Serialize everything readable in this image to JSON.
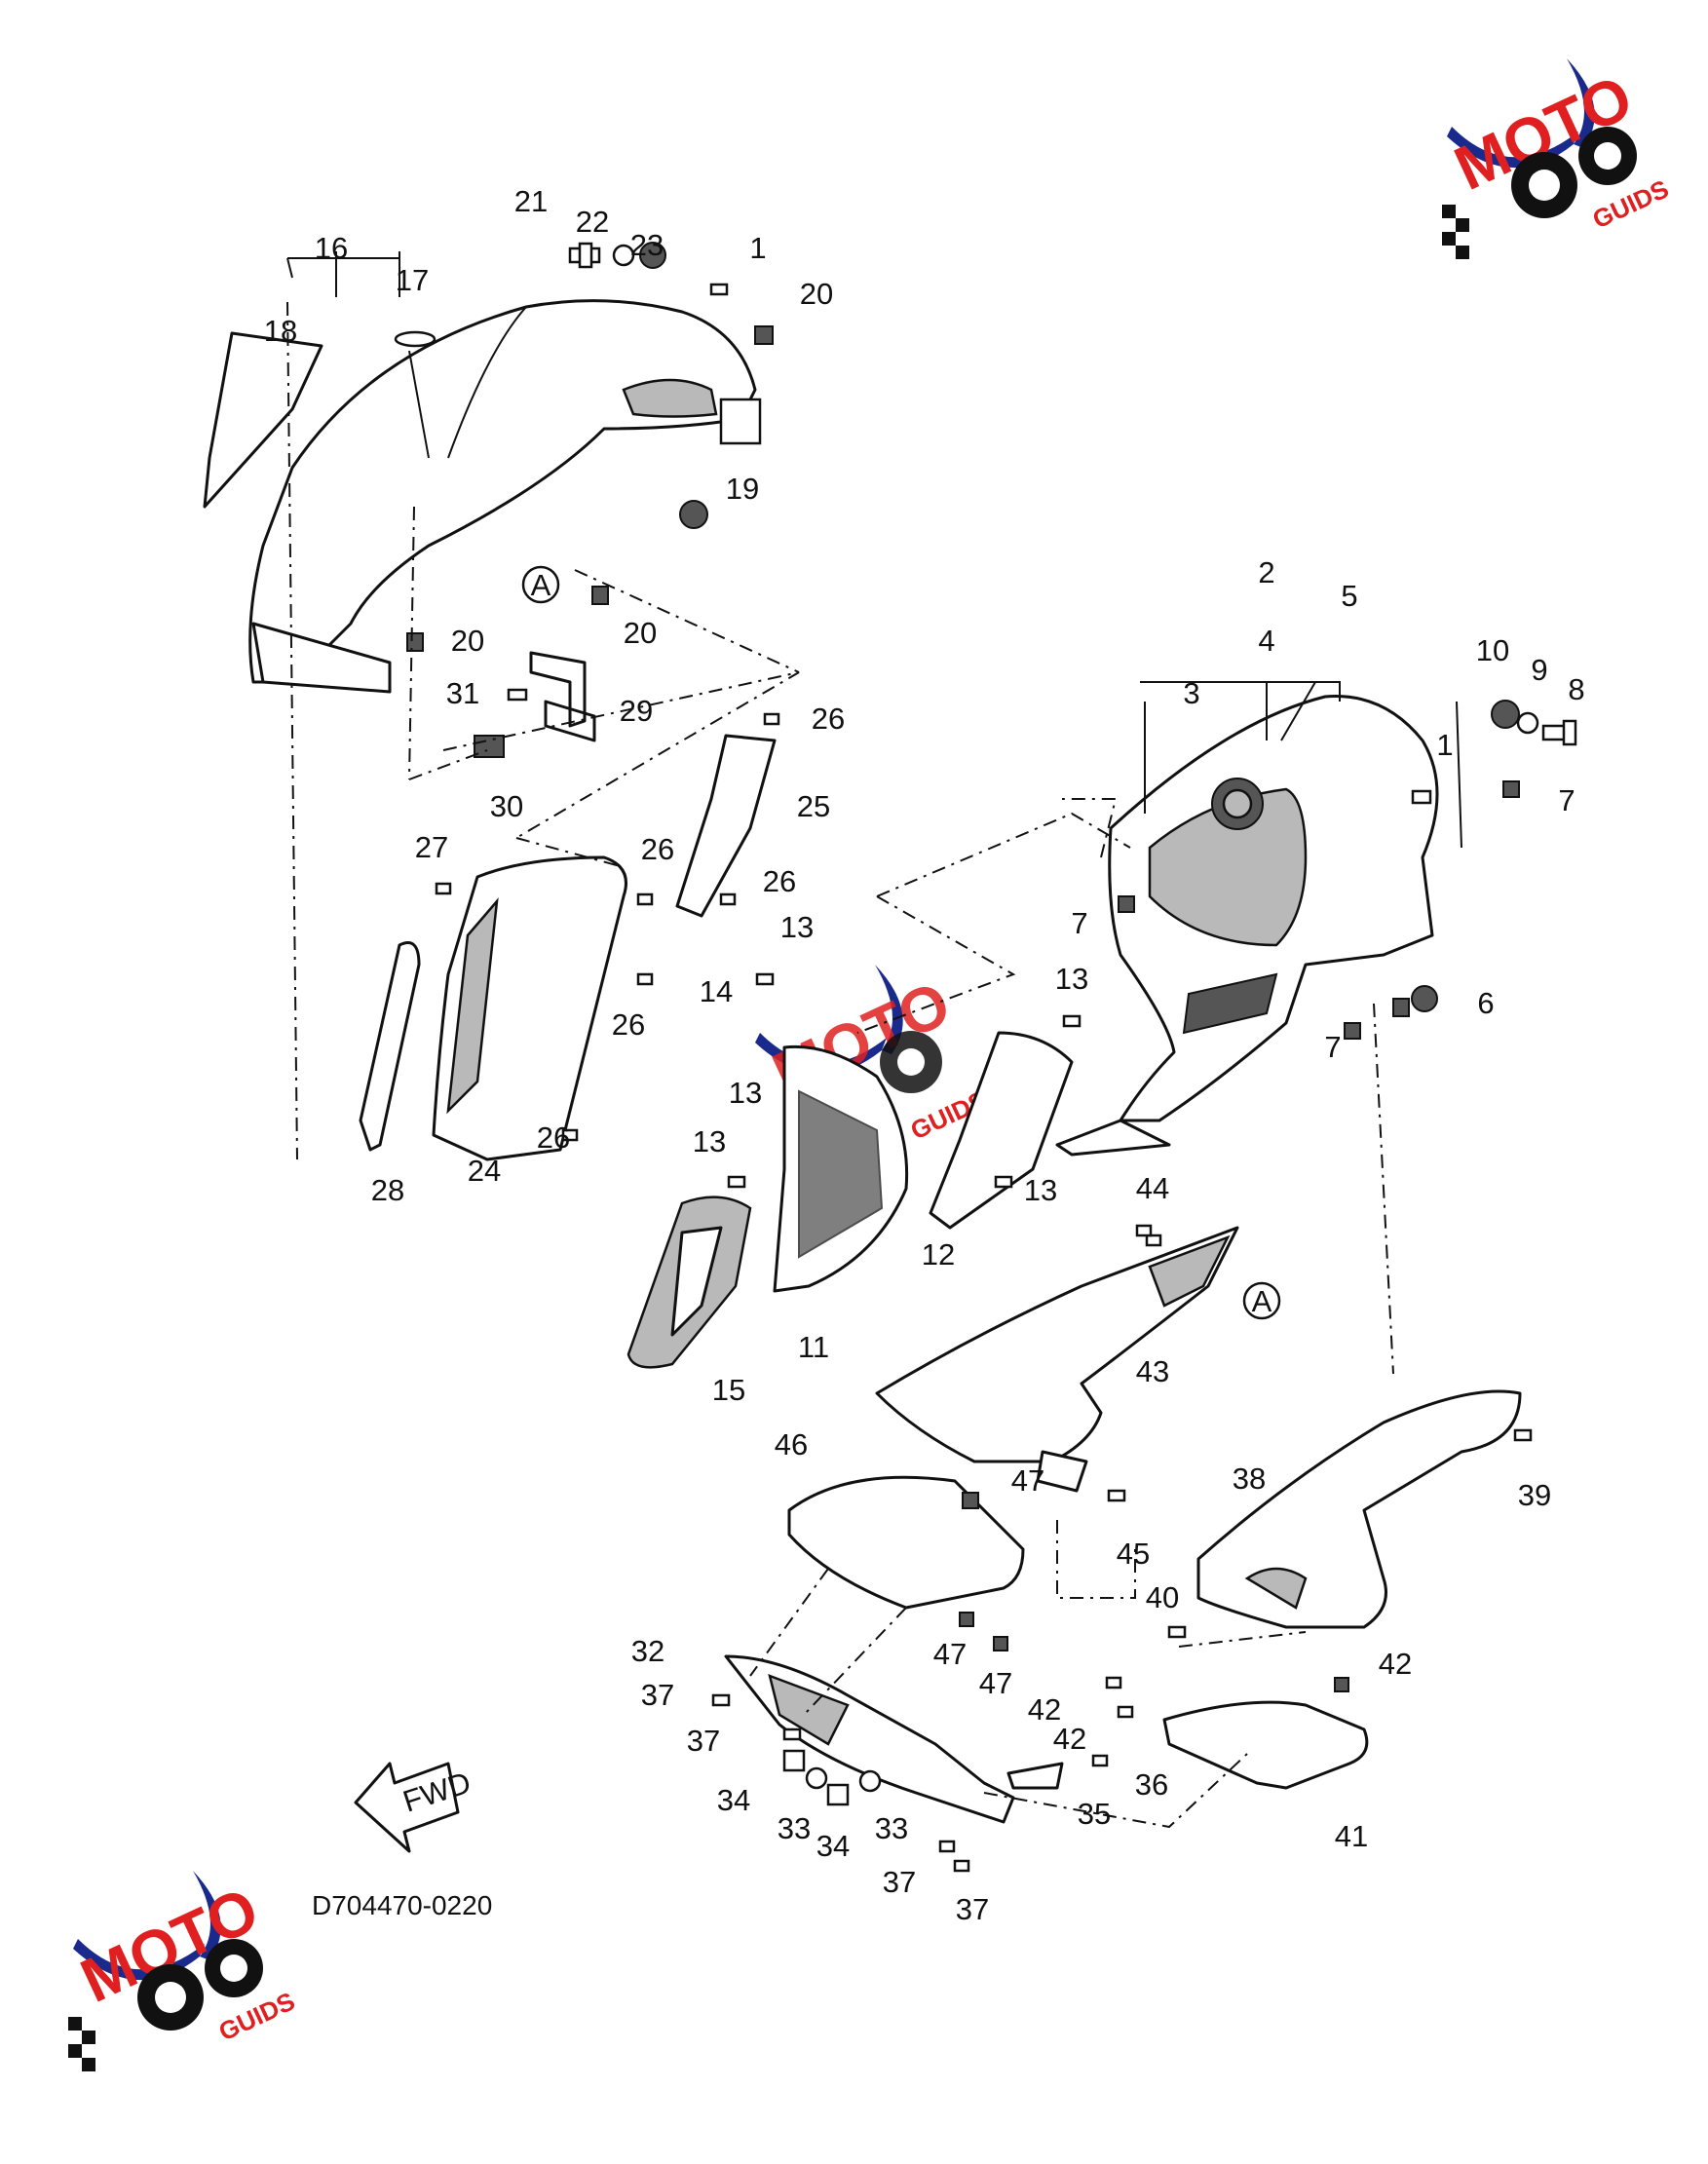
{
  "diagram_code": "D704470-0220",
  "fwd_label": "FWD",
  "ref_marker": "A",
  "watermark": {
    "brand": "MOTO",
    "sub": "GUIDS",
    "blue": "#1a2a8c",
    "red": "#e02020"
  },
  "callouts": [
    "1",
    "2",
    "3",
    "4",
    "5",
    "6",
    "7",
    "8",
    "9",
    "10",
    "11",
    "12",
    "13",
    "14",
    "15",
    "16",
    "17",
    "18",
    "19",
    "20",
    "21",
    "22",
    "23",
    "24",
    "25",
    "26",
    "27",
    "28",
    "29",
    "30",
    "31",
    "32",
    "33",
    "34",
    "35",
    "36",
    "37",
    "38",
    "39",
    "40",
    "41",
    "42",
    "43",
    "44",
    "45",
    "46",
    "47"
  ]
}
